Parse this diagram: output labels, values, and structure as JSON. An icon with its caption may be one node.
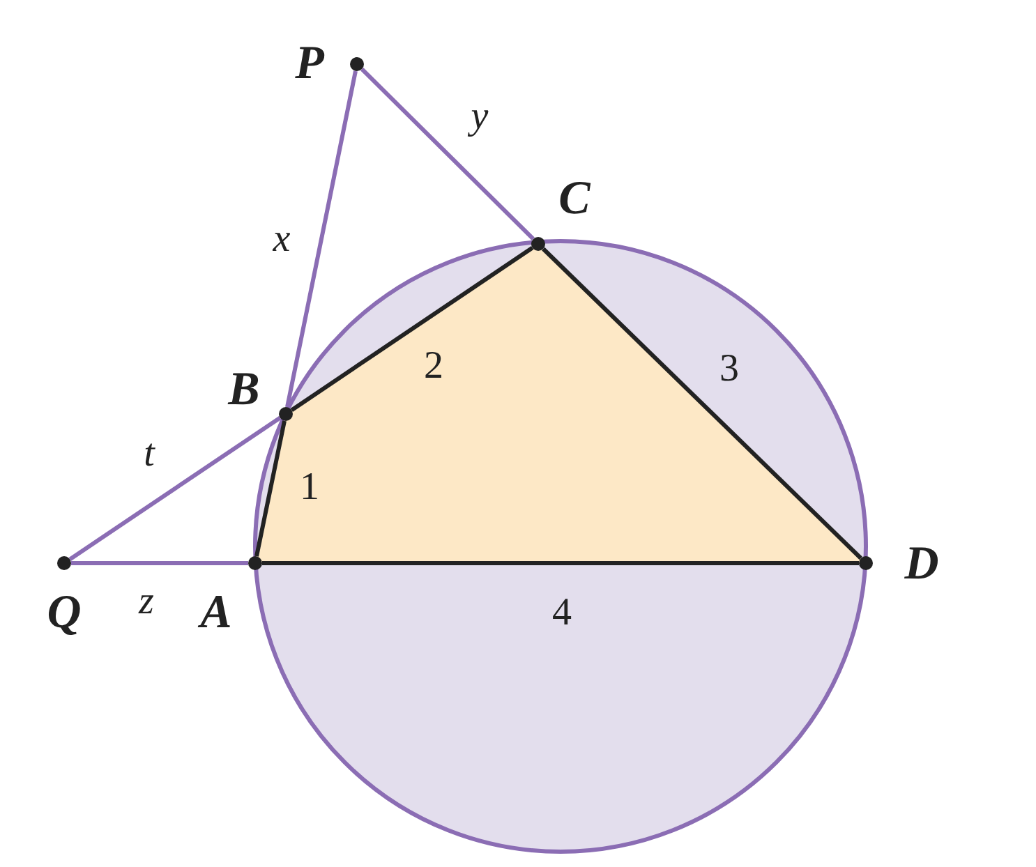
{
  "diagram": {
    "nodes": [
      {
        "text": [
          "P"
        ]
      },
      {
        "text": [
          "C"
        ]
      },
      {
        "text": [
          "B"
        ]
      },
      {
        "text": [
          "Q"
        ]
      },
      {
        "text": [
          "A"
        ]
      },
      {
        "text": [
          "D"
        ]
      }
    ],
    "edges": [
      {
        "from": 0,
        "to": 1,
        "arrow": "none",
        "label": "y",
        "color": "#8b6db4"
      },
      {
        "from": 0,
        "to": 2,
        "arrow": "none",
        "label": "x",
        "color": "#8b6db4"
      },
      {
        "from": 2,
        "to": 3,
        "arrow": "none",
        "label": "t",
        "color": "#8b6db4"
      },
      {
        "from": 3,
        "to": 4,
        "arrow": "none",
        "label": "z",
        "color": "#8b6db4"
      },
      {
        "from": 4,
        "to": 2,
        "arrow": "none",
        "label": "1",
        "color": "#222222"
      },
      {
        "from": 2,
        "to": 1,
        "arrow": "none",
        "label": "2",
        "color": "#222222"
      },
      {
        "from": 1,
        "to": 5,
        "arrow": "none",
        "label": "3",
        "color": "#222222"
      },
      {
        "from": 4,
        "to": 5,
        "arrow": "none",
        "label": "4",
        "color": "#222222"
      }
    ]
  }
}
